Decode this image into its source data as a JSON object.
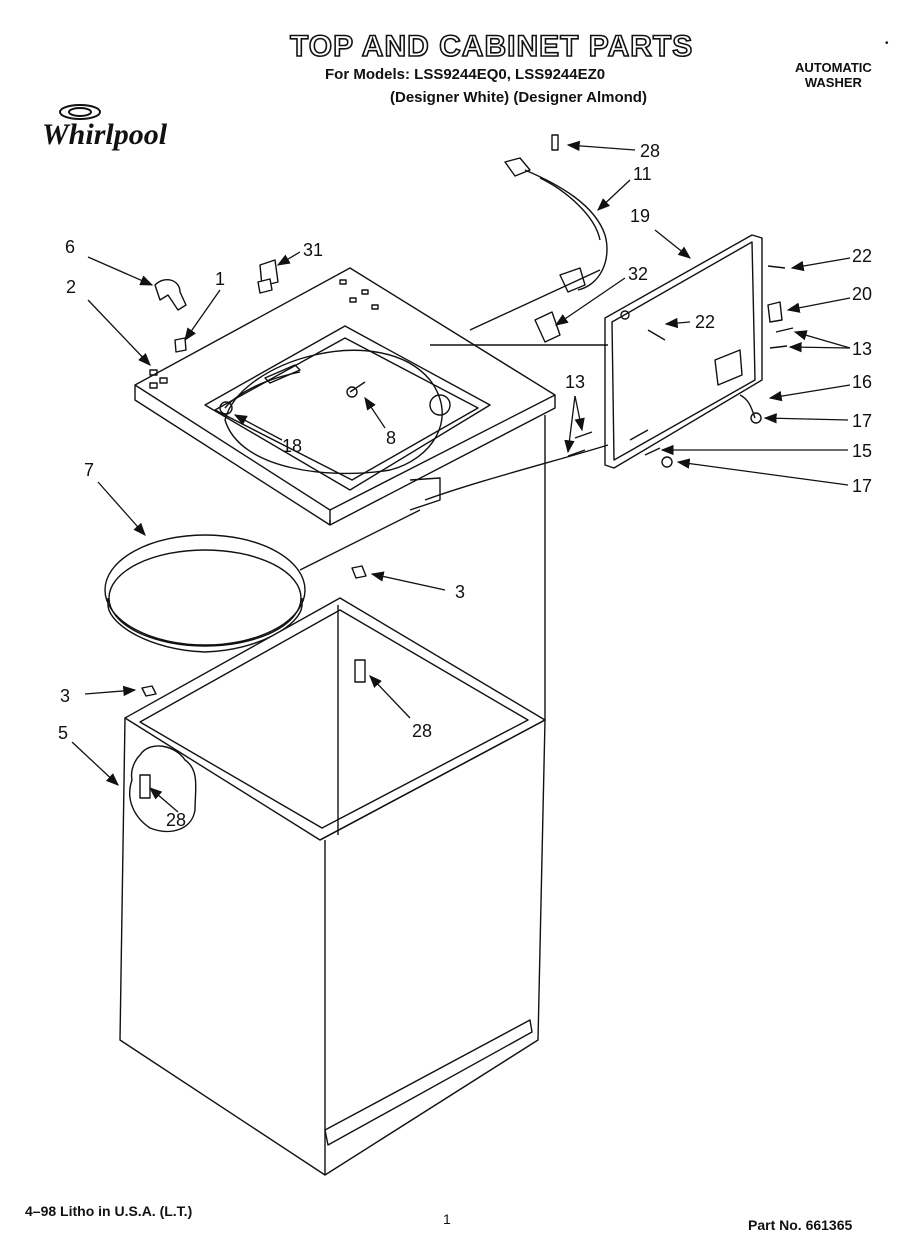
{
  "header": {
    "title": "TOP AND CABINET PARTS",
    "models_line": "For Models: LSS9244EQ0,  LSS9244EZ0",
    "designer_line": "(Designer White)  (Designer Almond)",
    "product_line1": "AUTOMATIC",
    "product_line2": "WASHER",
    "brand": "Whirlpool"
  },
  "callouts": [
    {
      "id": "c28a",
      "label": "28"
    },
    {
      "id": "c11",
      "label": "11"
    },
    {
      "id": "c19",
      "label": "19"
    },
    {
      "id": "c6",
      "label": "6"
    },
    {
      "id": "c31",
      "label": "31"
    },
    {
      "id": "c1",
      "label": "1"
    },
    {
      "id": "c22a",
      "label": "22"
    },
    {
      "id": "c2",
      "label": "2"
    },
    {
      "id": "c32",
      "label": "32"
    },
    {
      "id": "c20",
      "label": "20"
    },
    {
      "id": "c22b",
      "label": "22"
    },
    {
      "id": "c13a",
      "label": "13"
    },
    {
      "id": "c13b",
      "label": "13"
    },
    {
      "id": "c16",
      "label": "16"
    },
    {
      "id": "c8",
      "label": "8"
    },
    {
      "id": "c18",
      "label": "18"
    },
    {
      "id": "c17a",
      "label": "17"
    },
    {
      "id": "c15",
      "label": "15"
    },
    {
      "id": "c17b",
      "label": "17"
    },
    {
      "id": "c7",
      "label": "7"
    },
    {
      "id": "c3a",
      "label": "3"
    },
    {
      "id": "c3b",
      "label": "3"
    },
    {
      "id": "c28b",
      "label": "28"
    },
    {
      "id": "c5",
      "label": "5"
    },
    {
      "id": "c28c",
      "label": "28"
    }
  ],
  "footer": {
    "litho": "4–98 Litho in U.S.A. (L.T.)",
    "page": "1",
    "part_no": "Part No. 661365"
  }
}
